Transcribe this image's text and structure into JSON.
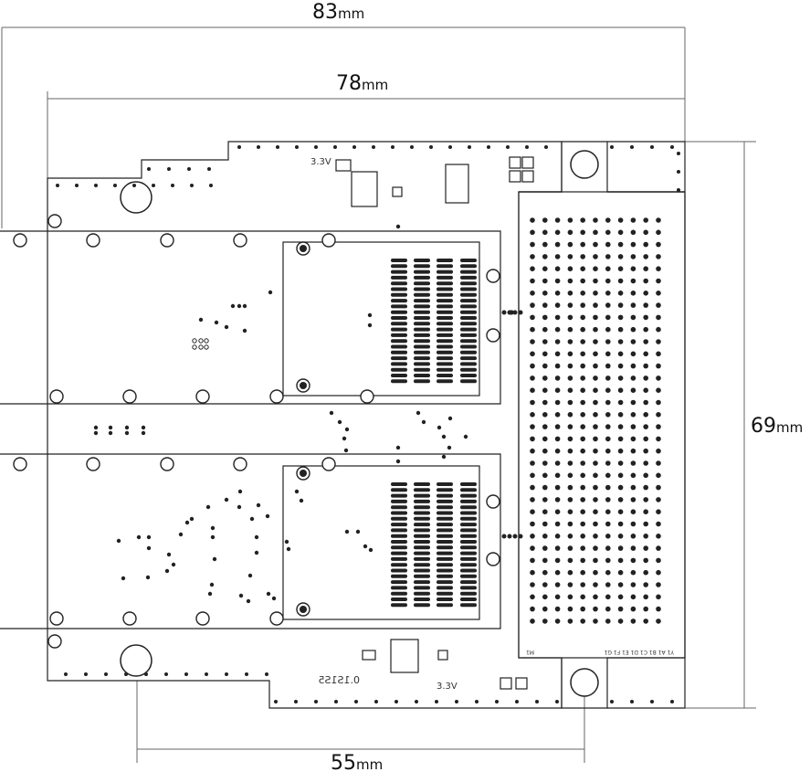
{
  "dimensions": {
    "overall_width": {
      "value": "83",
      "unit": "mm"
    },
    "board_width": {
      "value": "78",
      "unit": "mm"
    },
    "height": {
      "value": "69",
      "unit": "mm"
    },
    "hole_spacing": {
      "value": "55",
      "unit": "mm"
    }
  },
  "silkscreen": {
    "voltage_top": "3.3V",
    "voltage_bottom": "3.3V",
    "revision": "0.1S1S5",
    "pin_labels": "Y1 A1 B1 C1 D1 E1 F1 G1",
    "corner_label": "M1"
  }
}
